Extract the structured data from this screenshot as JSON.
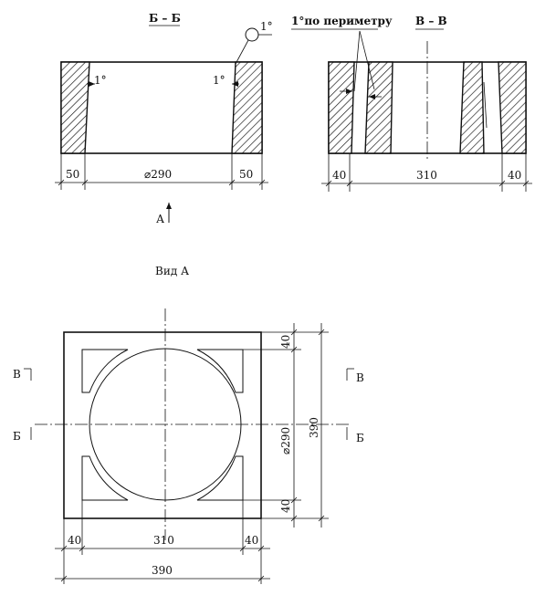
{
  "section_bb": {
    "title": "Б – Б",
    "angle_callout": "1°",
    "angle_left": "1°",
    "angle_right": "1°",
    "dim_left": "50",
    "dim_center": "⌀290",
    "dim_right": "50",
    "view_arrow_label": "А"
  },
  "section_vv": {
    "note": "1°по периметру",
    "title": "В – В",
    "dim_left": "40",
    "dim_center": "310",
    "dim_right": "40"
  },
  "view_a": {
    "title": "Вид  А",
    "cut_v_left": "В",
    "cut_v_right": "В",
    "cut_b_left": "Б",
    "cut_b_right": "Б",
    "dim_bottom_left": "40",
    "dim_bottom_center": "310",
    "dim_bottom_right": "40",
    "dim_bottom_total": "390",
    "dim_right_top": "40",
    "dim_right_diameter": "⌀290",
    "dim_right_bottom": "40",
    "dim_right_total": "390"
  }
}
